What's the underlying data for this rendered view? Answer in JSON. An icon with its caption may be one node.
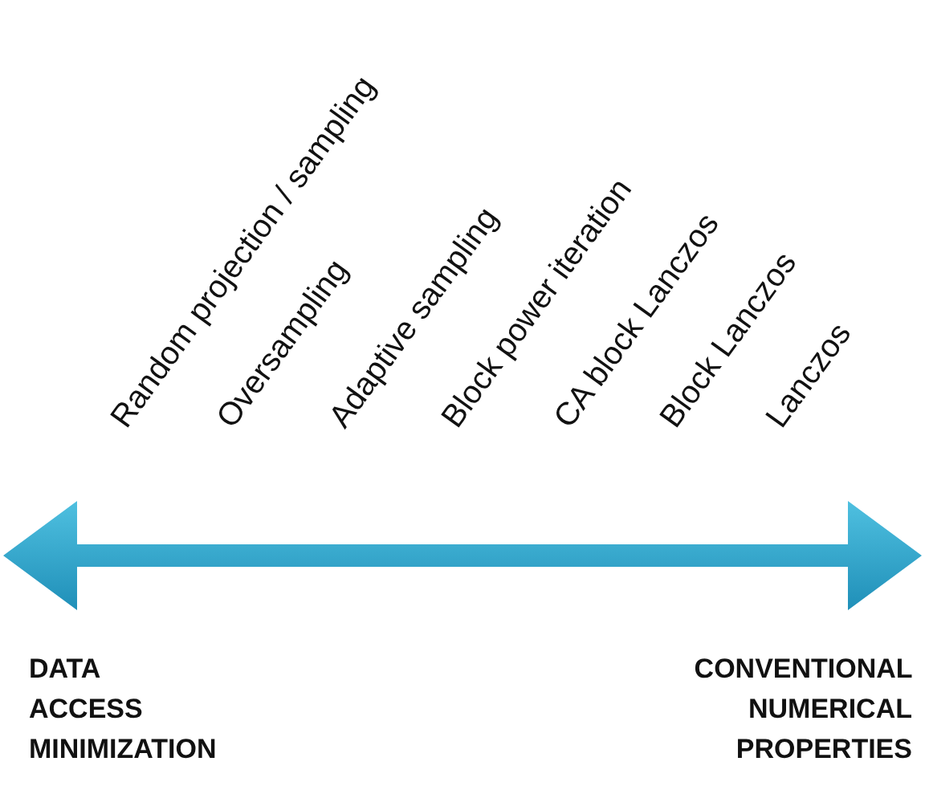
{
  "diagram": {
    "labels": [
      "Random projection / sampling",
      "Oversampling",
      "Adaptive sampling",
      "Block power iteration",
      "CA block Lanczos",
      "Block Lanczos",
      "Lanczos",
      "DATA ACCESS MINIMIZATION",
      "CONVENTIONAL NUMERICAL PROPERTIES"
    ]
  }
}
